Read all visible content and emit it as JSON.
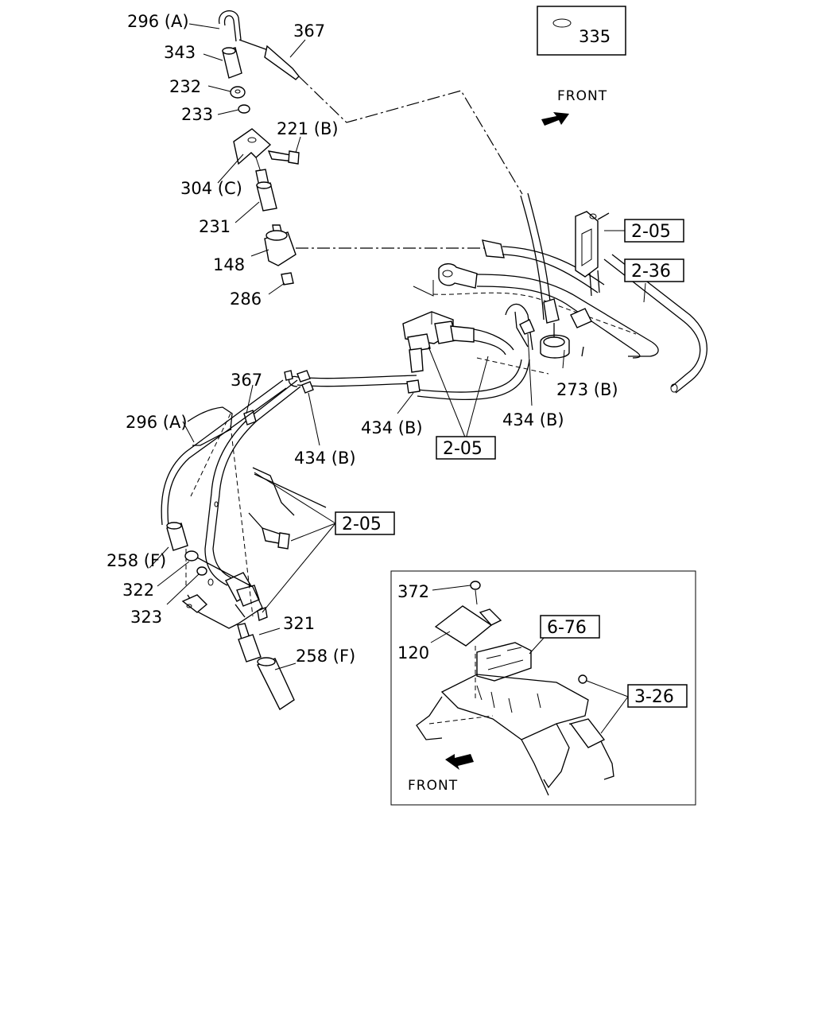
{
  "callouts": [
    {
      "id": "c1",
      "text": "296 (A)"
    },
    {
      "id": "c2",
      "text": "367"
    },
    {
      "id": "c3",
      "text": "343"
    },
    {
      "id": "c4",
      "text": "232"
    },
    {
      "id": "c5",
      "text": "233"
    },
    {
      "id": "c6",
      "text": "221 (B)"
    },
    {
      "id": "c7",
      "text": "304 (C)"
    },
    {
      "id": "c8",
      "text": "231"
    },
    {
      "id": "c9",
      "text": "148"
    },
    {
      "id": "c10",
      "text": "286"
    },
    {
      "id": "c11",
      "text": "273 (B)"
    },
    {
      "id": "c12",
      "text": "367"
    },
    {
      "id": "c13",
      "text": "296 (A)"
    },
    {
      "id": "c14",
      "text": "434 (B)"
    },
    {
      "id": "c15",
      "text": "434 (B)"
    },
    {
      "id": "c16",
      "text": "434 (B)"
    },
    {
      "id": "c17",
      "text": "258 (F)"
    },
    {
      "id": "c18",
      "text": "322"
    },
    {
      "id": "c19",
      "text": "323"
    },
    {
      "id": "c20",
      "text": "321"
    },
    {
      "id": "c21",
      "text": "258 (F)"
    },
    {
      "id": "c22",
      "text": "372"
    },
    {
      "id": "c23",
      "text": "120"
    }
  ],
  "references": [
    {
      "id": "r1",
      "text": "2-05"
    },
    {
      "id": "r2",
      "text": "2-36"
    },
    {
      "id": "r3",
      "text": "2-05"
    },
    {
      "id": "r4",
      "text": "2-05"
    },
    {
      "id": "r5",
      "text": "6-76"
    },
    {
      "id": "r6",
      "text": "3-26"
    }
  ],
  "legend_box": {
    "part": "335"
  },
  "front_labels": [
    "FRONT",
    "FRONT"
  ]
}
